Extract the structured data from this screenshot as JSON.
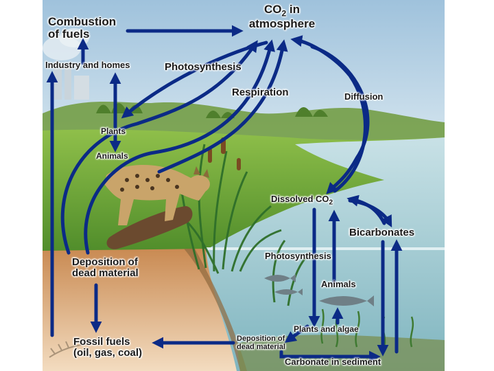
{
  "labels": {
    "co2_atmosphere_line1": "CO",
    "co2_atmosphere_sub": "2",
    "co2_atmosphere_line1_tail": " in",
    "co2_atmosphere_line2": "atmosphere",
    "combustion_line1": "Combustion",
    "combustion_line2": "of fuels",
    "industry": "Industry and homes",
    "photosynthesis_land": "Photosynthesis",
    "respiration": "Respiration",
    "diffusion": "Diffusion",
    "plants_land": "Plants",
    "animals_land": "Animals",
    "dissolved_main": "Dissolved CO",
    "dissolved_sub": "2",
    "bicarbonates": "Bicarbonates",
    "photosynthesis_water": "Photosynthesis",
    "animals_water": "Animals",
    "deposition_land_line1": "Deposition of",
    "deposition_land_line2": "dead material",
    "fossil_line1": "Fossil fuels",
    "fossil_line2": "(oil, gas, coal)",
    "plants_algae": "Plants and algae",
    "deposition_water_line1": "Deposition of",
    "deposition_water_line2": "dead material",
    "carbonate": "Carbonate in sediment"
  },
  "colors": {
    "arrow": "#0b2a86",
    "sky": "#b9d3e6",
    "water": "#a9cfd8",
    "grass": "#6fa83a",
    "soil": "#d8a878"
  }
}
